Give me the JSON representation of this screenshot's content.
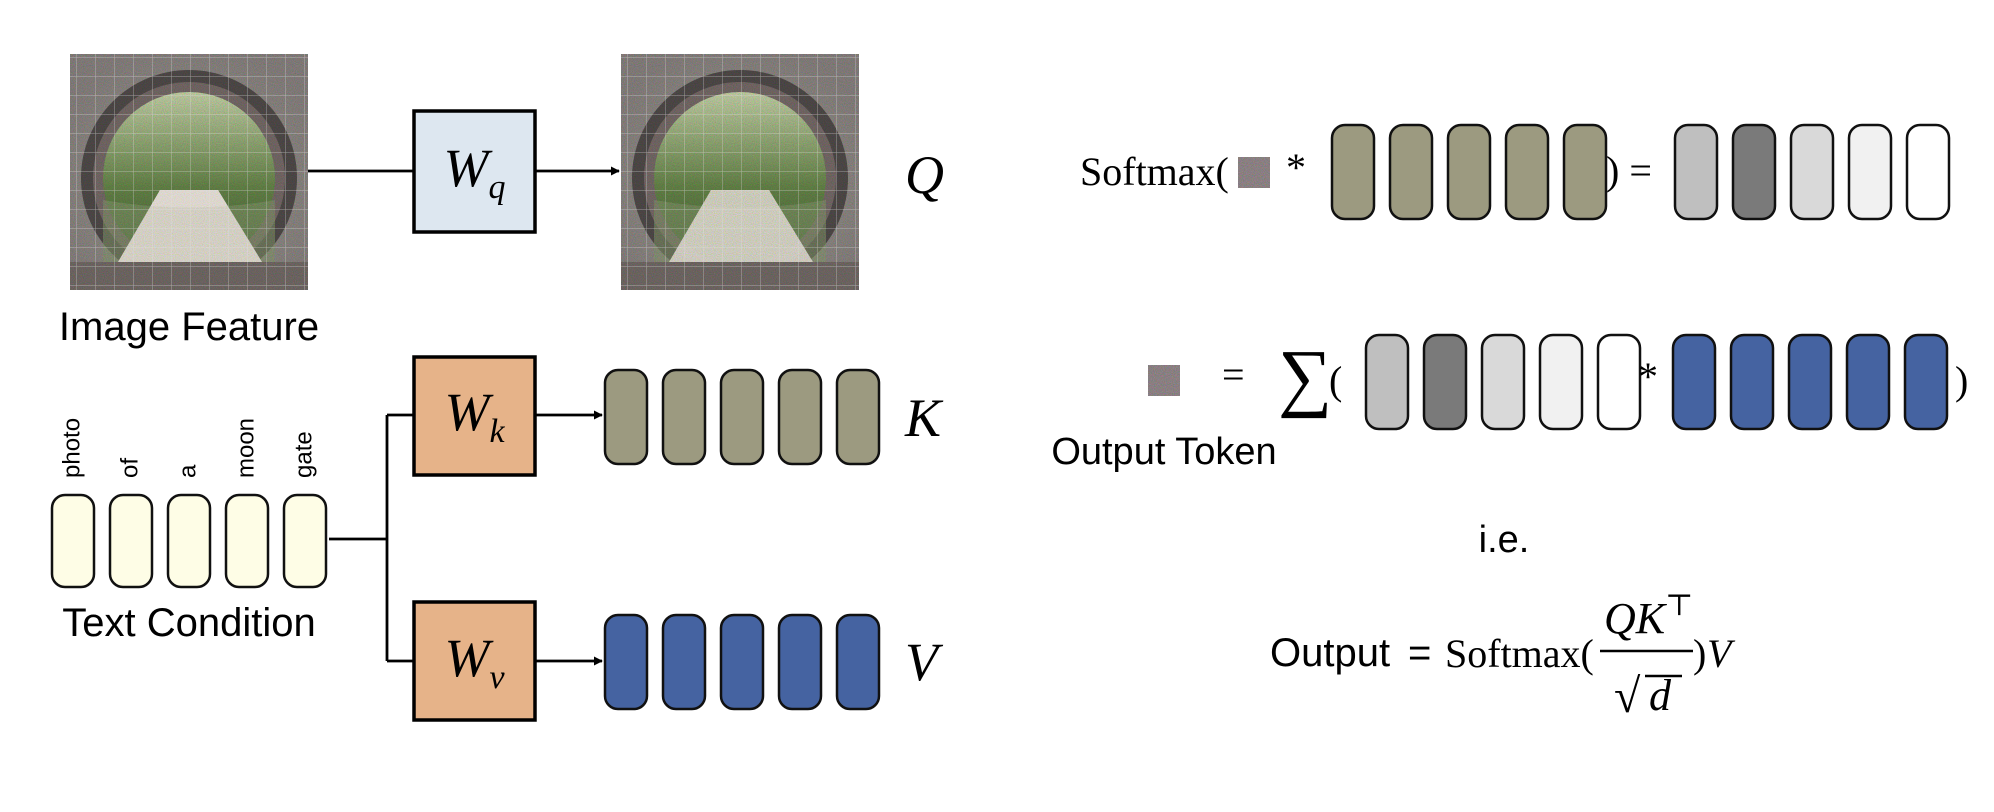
{
  "labels": {
    "image_feature": "Image Feature",
    "text_condition": "Text Condition",
    "output_token": "Output Token",
    "ie": "i.e."
  },
  "text_tokens": [
    "photo",
    "of",
    "a",
    "moon",
    "gate"
  ],
  "weights": {
    "q": {
      "base": "W",
      "sub": "q"
    },
    "k": {
      "base": "W",
      "sub": "k"
    },
    "v": {
      "base": "W",
      "sub": "v"
    }
  },
  "symbols": {
    "q": "Q",
    "k": "K",
    "v": "V"
  },
  "softmax_eq": {
    "func": "Softmax(",
    "times": "*",
    "close_eq": ") ="
  },
  "sum_eq": {
    "equals": "=",
    "sigma": "∑",
    "open": "(",
    "times": "*",
    "close": ")"
  },
  "formula": {
    "lhs": "Output",
    "equals": "=",
    "func": "Softmax(",
    "num_q": "Q",
    "num_k": "K",
    "sup": "⊤",
    "root": "√",
    "den": "d",
    "close": ")",
    "v": "V"
  },
  "colors": {
    "text_token": "#fefde6",
    "w_q": "#dde7f0",
    "w_kv": "#e6b389",
    "key": "#9c9a80",
    "value": "#4563a1",
    "scores": [
      "#bfbfbf",
      "#7a7a7a",
      "#d9d9d9",
      "#f1f1f1",
      "#ffffff"
    ]
  }
}
